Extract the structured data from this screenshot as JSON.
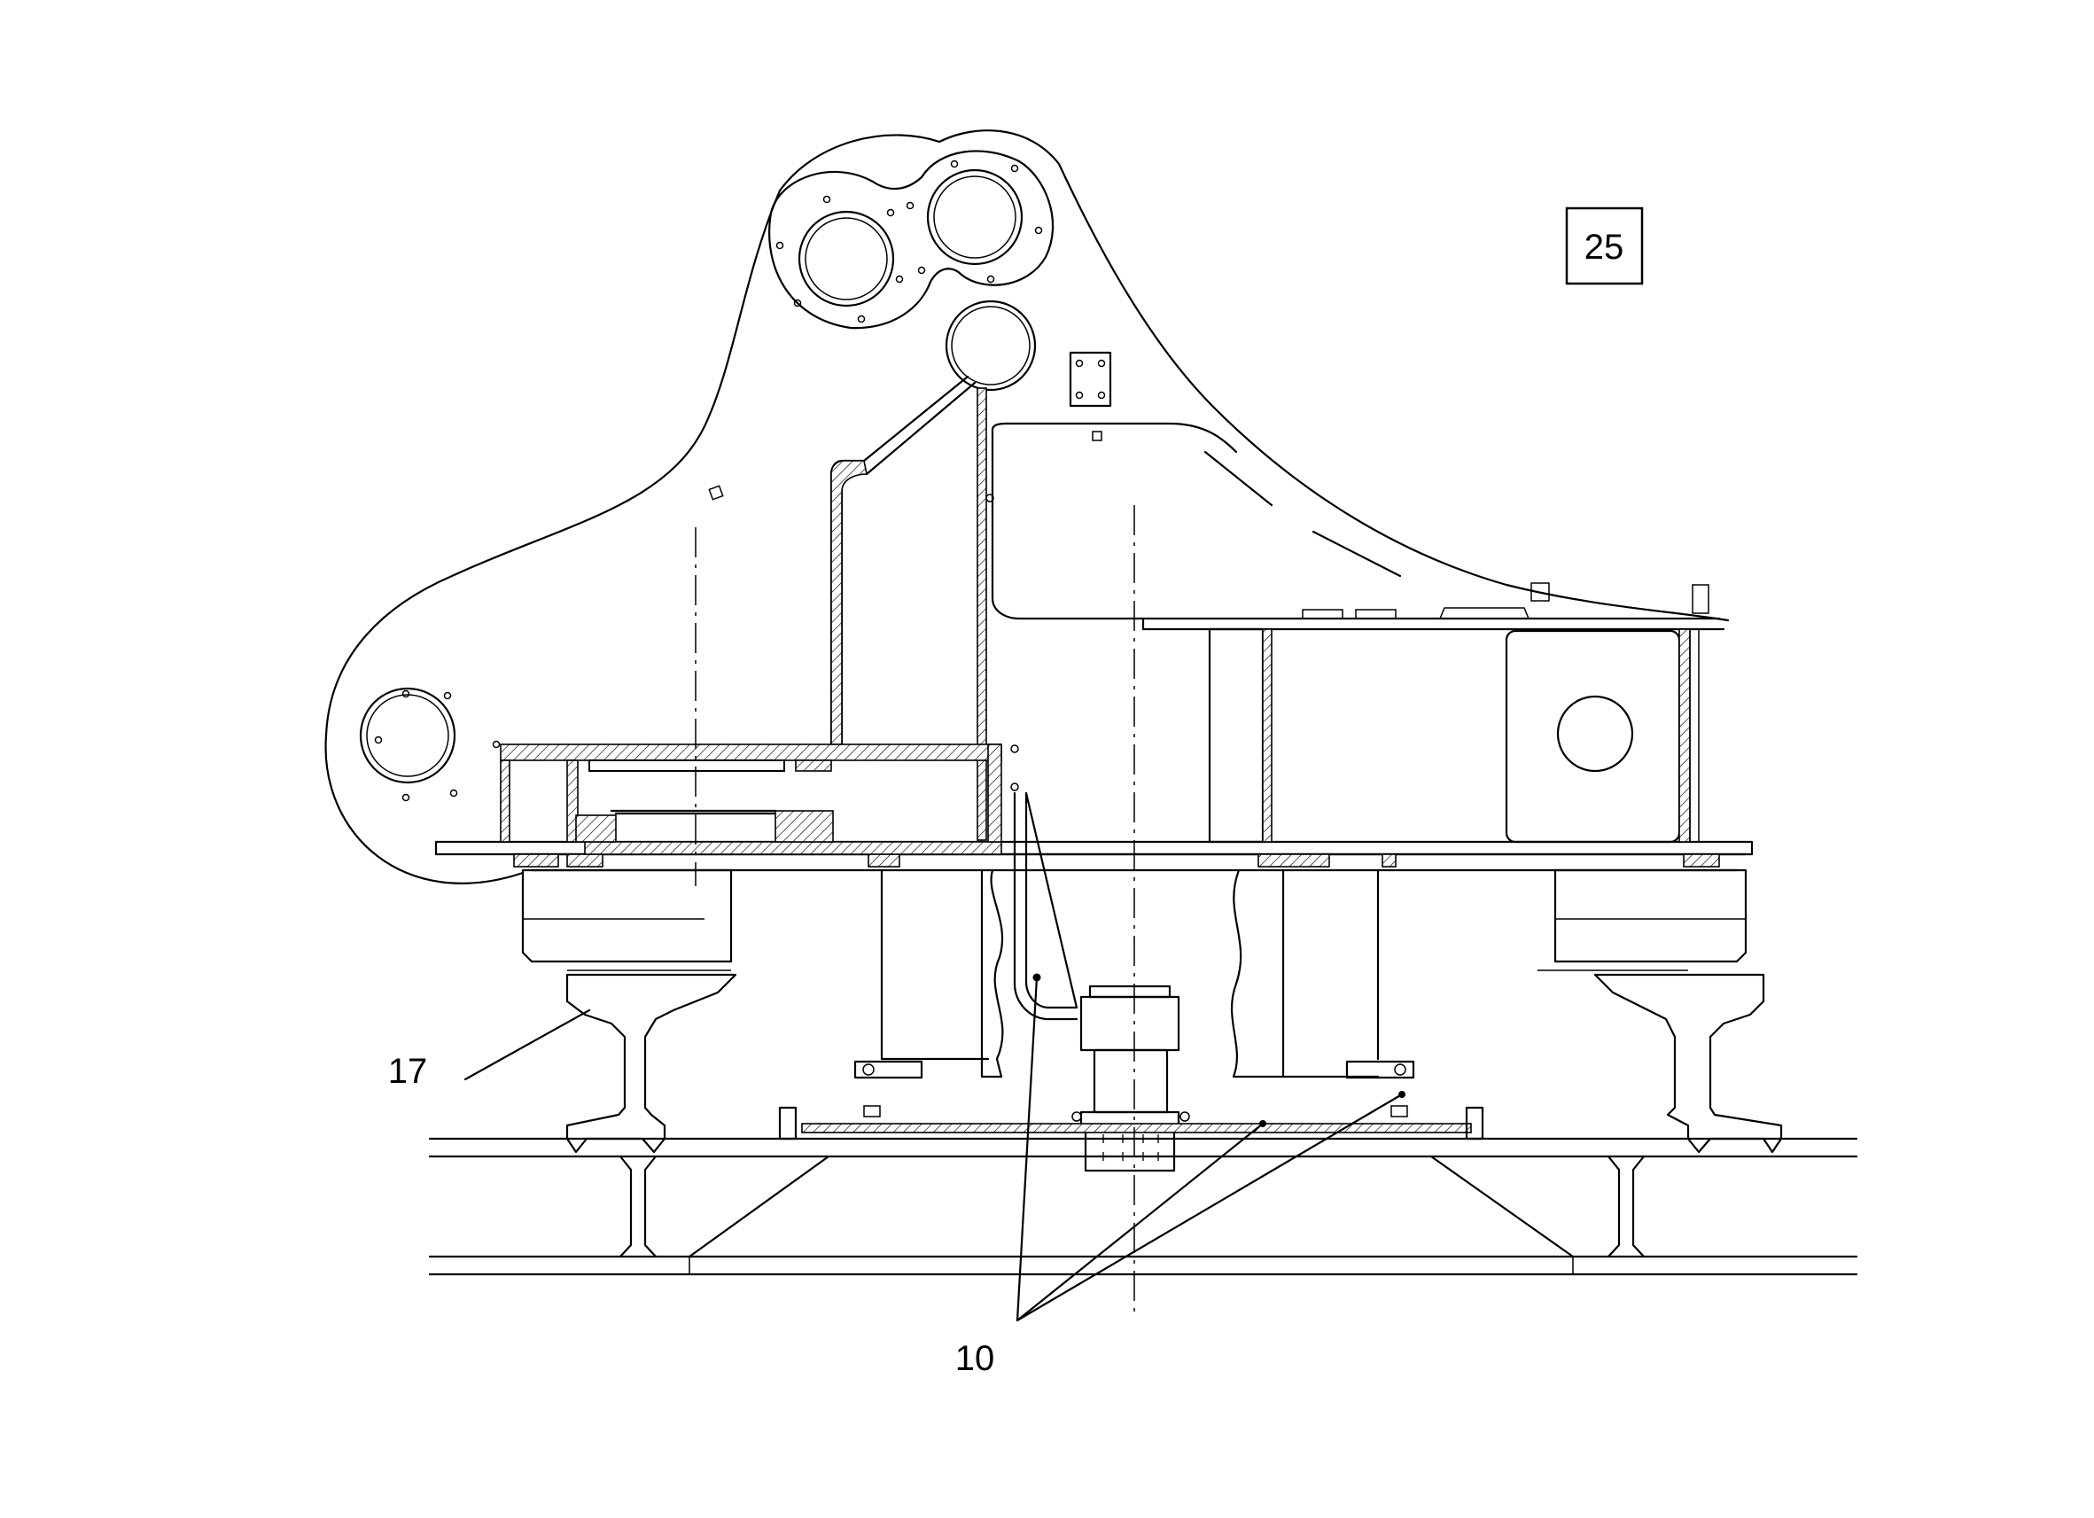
{
  "figure": {
    "figure_number": "25",
    "callouts": [
      {
        "id": "callout-17",
        "text": "17"
      },
      {
        "id": "callout-10",
        "text": "10"
      }
    ],
    "colors": {
      "line": "#000000",
      "background": "#ffffff"
    }
  }
}
